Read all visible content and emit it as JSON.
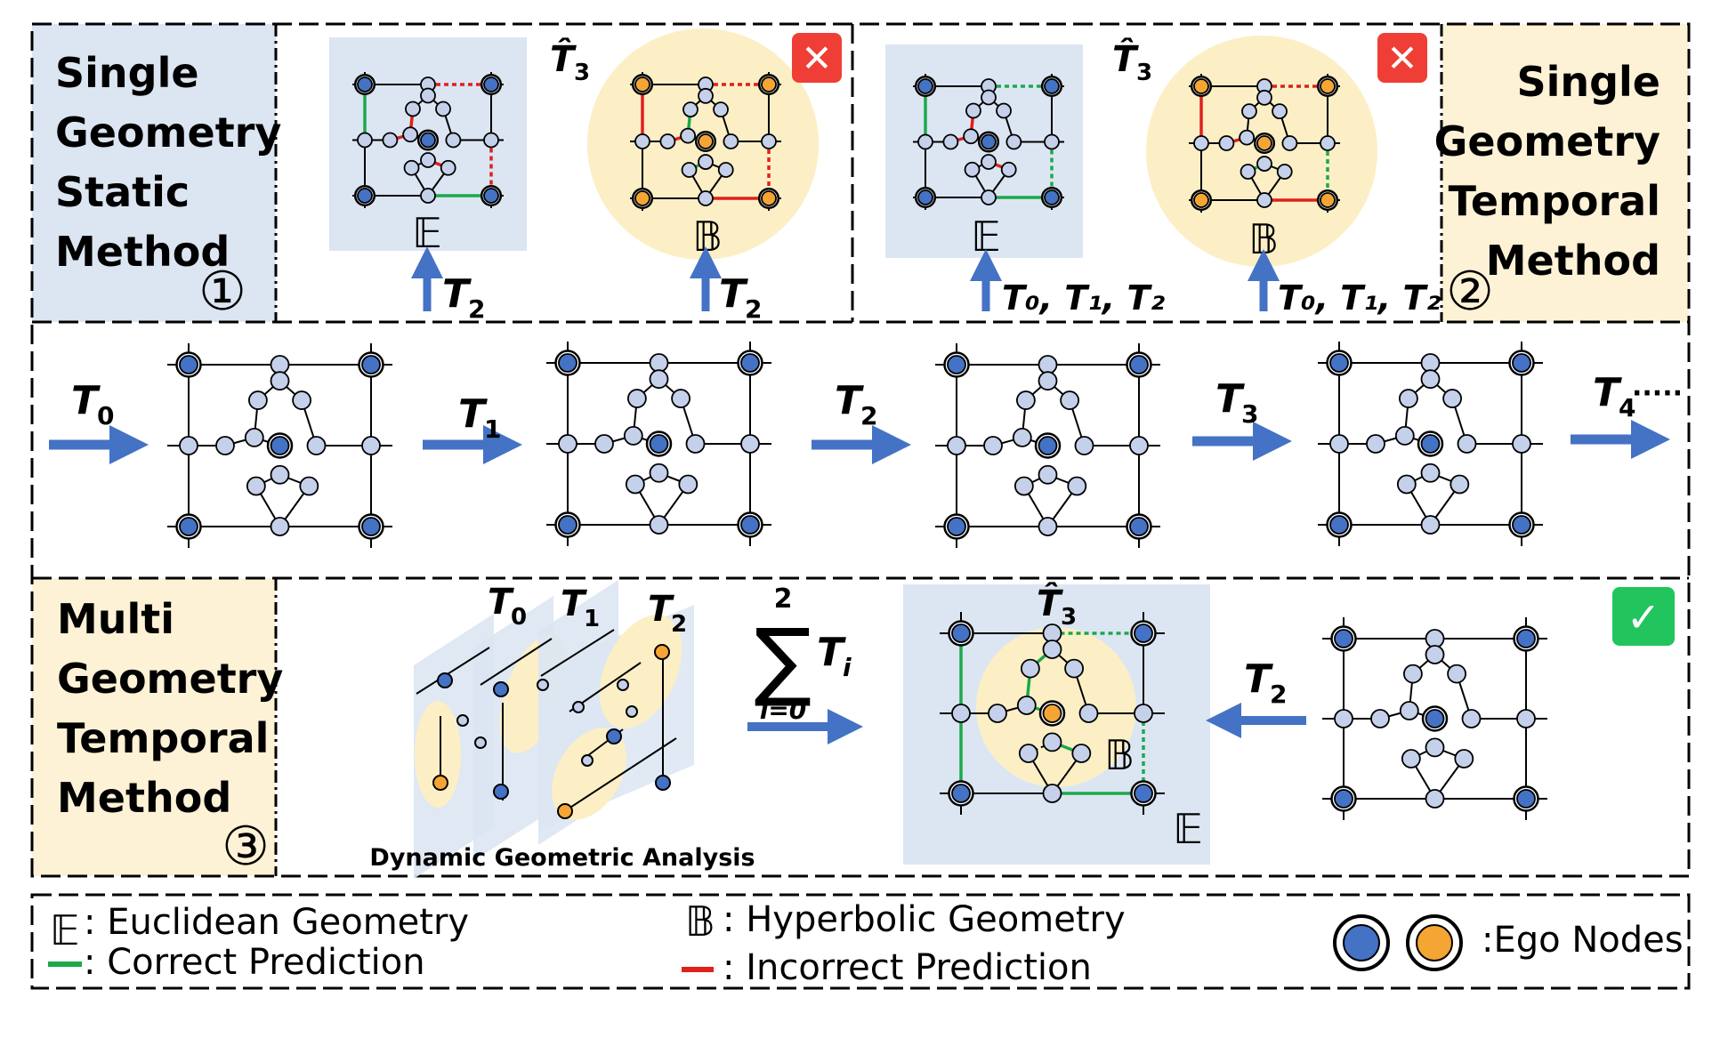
{
  "panels": {
    "p1": {
      "lines": [
        "Single",
        "Geometry",
        "Static",
        "Method"
      ],
      "number": "①"
    },
    "p2": {
      "lines": [
        "Single",
        "Geometry",
        "Temporal",
        "Method"
      ],
      "number": "②"
    },
    "p3": {
      "lines": [
        "Multi",
        "Geometry",
        "Temporal",
        "Method"
      ],
      "number": "③"
    }
  },
  "glyphs": {
    "euclid": "𝔼",
    "hyper": "𝔹",
    "cross": "✕",
    "check": "✓"
  },
  "time_labels": {
    "t0": "T",
    "t0_sub": "0",
    "t1": "T",
    "t1_sub": "1",
    "t2": "T",
    "t2_sub": "2",
    "t3": "T",
    "t3_sub": "3",
    "t4": "T",
    "t4_sub": "4",
    "t4_dots": "·····",
    "hat_t3": "T̂",
    "hat_t3_sub": "3",
    "seq_t012": "T₀, T₁, T₂",
    "stack_t0": "T",
    "stack_t0_sub": "0",
    "stack_t1": "T",
    "stack_t1_sub": "1",
    "stack_t2": "T",
    "stack_t2_sub": "2"
  },
  "sum": {
    "upper": "2",
    "lower": "i=0",
    "term": "T",
    "term_sub": "i"
  },
  "dga_label": "Dynamic Geometric Analysis",
  "legend": {
    "euclid": ": Euclidean Geometry",
    "hyper": ": Hyperbolic Geometry",
    "correct": ": Correct Prediction",
    "incorrect": ": Incorrect Prediction",
    "ego": ":Ego Nodes"
  },
  "colors": {
    "blue_node": "#4472C4",
    "light_node": "#C5D0EA",
    "orange_node": "#F4A534",
    "euclid_bg": "#DCE6F2",
    "hyper_bg": "#FCEFC5",
    "panel_blue": "#DCE6F2",
    "panel_yellow": "#FDF2D6",
    "arrow": "#4472C4",
    "correct": "#1DA84A",
    "incorrect": "#E0201B",
    "cross_bg": "#EF3E36",
    "check_bg": "#22C45E"
  }
}
